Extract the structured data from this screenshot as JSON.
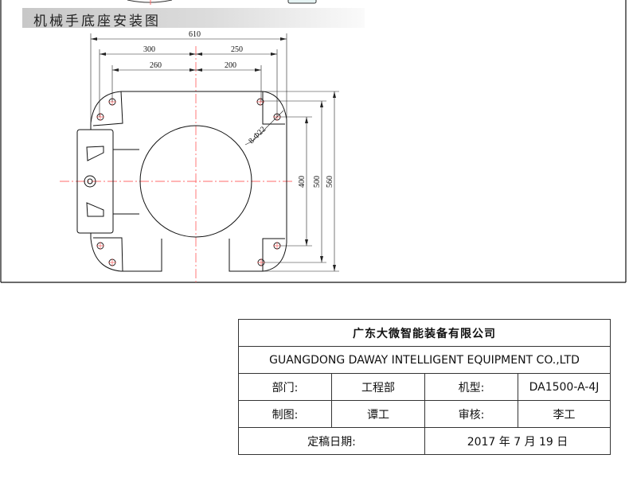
{
  "drawing": {
    "title": "机械手底座安装图",
    "dimensions": {
      "overall_width": "610",
      "left_outer": "300",
      "right_outer": "250",
      "left_inner": "260",
      "right_inner": "200",
      "vertical_inner": "400",
      "vertical_middle": "500",
      "vertical_outer": "560",
      "hole_spec": "8-Φ22"
    },
    "colors": {
      "centerline": "#ff6b6b",
      "line": "#111111"
    }
  },
  "info_table": {
    "company_cn": "广东大微智能装备有限公司",
    "company_en": "GUANGDONG DAWAY INTELLIGENT EQUIPMENT CO.,LTD",
    "department_label": "部门:",
    "department_value": "工程部",
    "model_label": "机型:",
    "model_value": "DA1500-A-4J",
    "drafter_label": "制图:",
    "drafter_value": "谭工",
    "reviewer_label": "审核:",
    "reviewer_value": "李工",
    "date_label": "定稿日期:",
    "date_value": "2017 年 7 月 19 日"
  }
}
